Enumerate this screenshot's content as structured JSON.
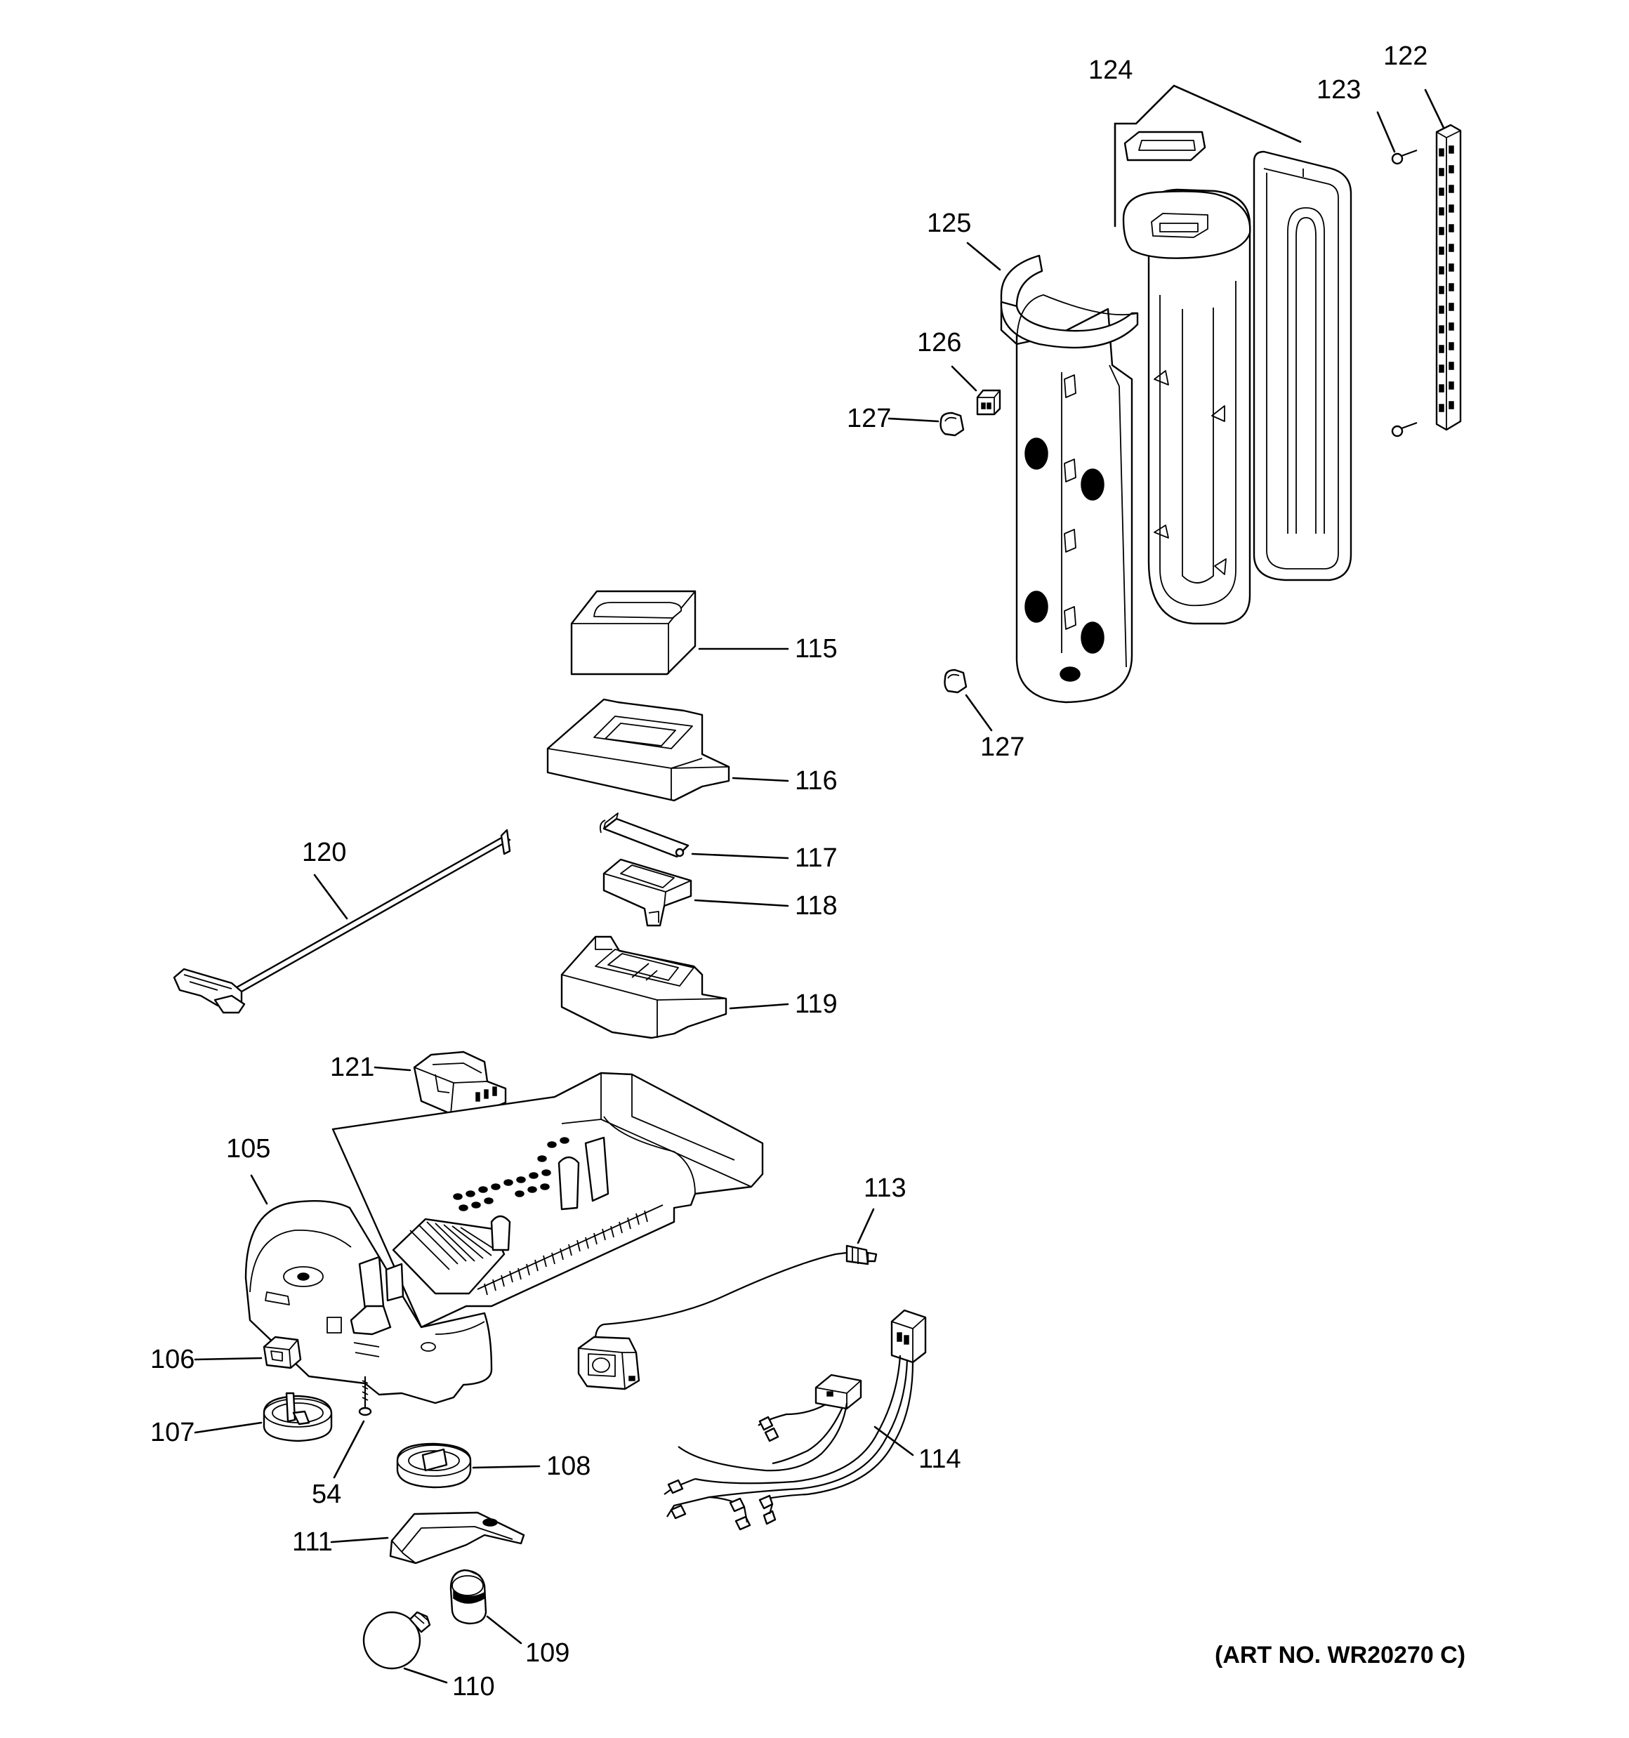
{
  "art_number": "(ART NO. WR20270 C)",
  "callouts": {
    "p54": "54",
    "p105": "105",
    "p106": "106",
    "p107": "107",
    "p108": "108",
    "p109": "109",
    "p110": "110",
    "p111": "111",
    "p113": "113",
    "p114": "114",
    "p115": "115",
    "p116": "116",
    "p117": "117",
    "p118": "118",
    "p119": "119",
    "p120": "120",
    "p121": "121",
    "p122": "122",
    "p123": "123",
    "p124": "124",
    "p125": "125",
    "p126": "126",
    "p127a": "127",
    "p127b": "127"
  }
}
